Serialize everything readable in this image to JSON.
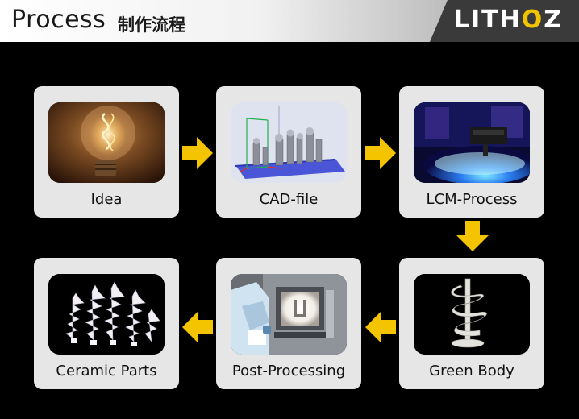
{
  "header": {
    "title": "Process",
    "subtitle": "制作流程",
    "logo": {
      "text_pre": "LITH",
      "text_o": "O",
      "text_post": "Z"
    }
  },
  "colors": {
    "arrow": "#f5c400",
    "card": "#e6e6e6",
    "background": "#000000"
  },
  "steps": [
    {
      "label": "Idea",
      "icon": "light-bulb-image"
    },
    {
      "label": "CAD-file",
      "icon": "cad-model-image"
    },
    {
      "label": "LCM-Process",
      "icon": "lcm-printer-image"
    },
    {
      "label": "Green Body",
      "icon": "green-body-spiral-image"
    },
    {
      "label": "Post-Processing",
      "icon": "furnace-image"
    },
    {
      "label": "Ceramic Parts",
      "icon": "ceramic-parts-image"
    }
  ]
}
